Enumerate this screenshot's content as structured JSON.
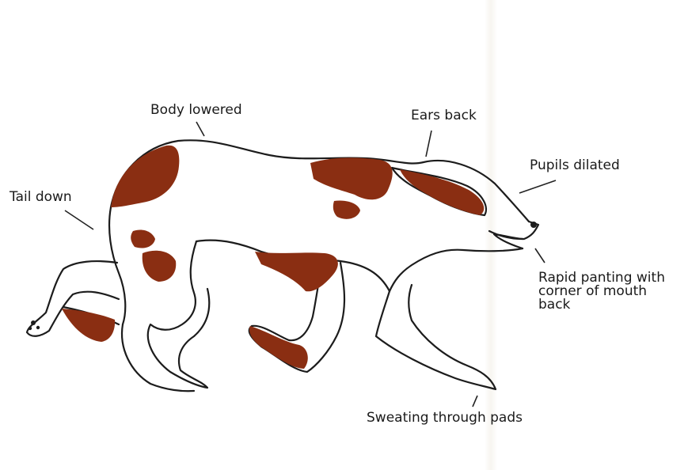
{
  "labels": {
    "body_lowered": "Body lowered",
    "ears_back": "Ears back",
    "pupils_dilated": "Pupils dilated",
    "tail_down": "Tail down",
    "panting_line1": "Rapid panting with",
    "panting_line2": "corner of mouth",
    "panting_line3": "back",
    "sweating": "Sweating through pads"
  },
  "colors": {
    "outline": "#1c1c1c",
    "patch": "#8a2e12",
    "patch_light": "#a8431c",
    "leader": "#222222"
  }
}
